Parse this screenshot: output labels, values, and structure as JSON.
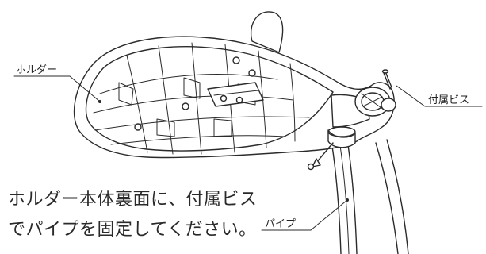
{
  "labels": {
    "holder": "ホルダー",
    "screw": "付属ビス",
    "pipe": "パイプ"
  },
  "instruction": {
    "line1": "ホルダー本体裏面に、付属ビス",
    "line2": "でパイプを固定してください。"
  }
}
